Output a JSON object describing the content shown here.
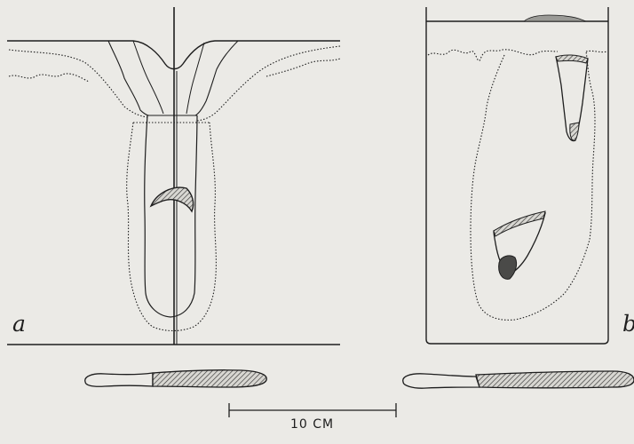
{
  "figure": {
    "panel_a_label": "a",
    "panel_b_label": "b",
    "scale_bar_label": "10 CM"
  },
  "colors": {
    "background": "#ebeae6",
    "ink": "#1e1e1e",
    "fossil_fill": "#7a7a78",
    "dark_fill": "#4a4a48"
  }
}
